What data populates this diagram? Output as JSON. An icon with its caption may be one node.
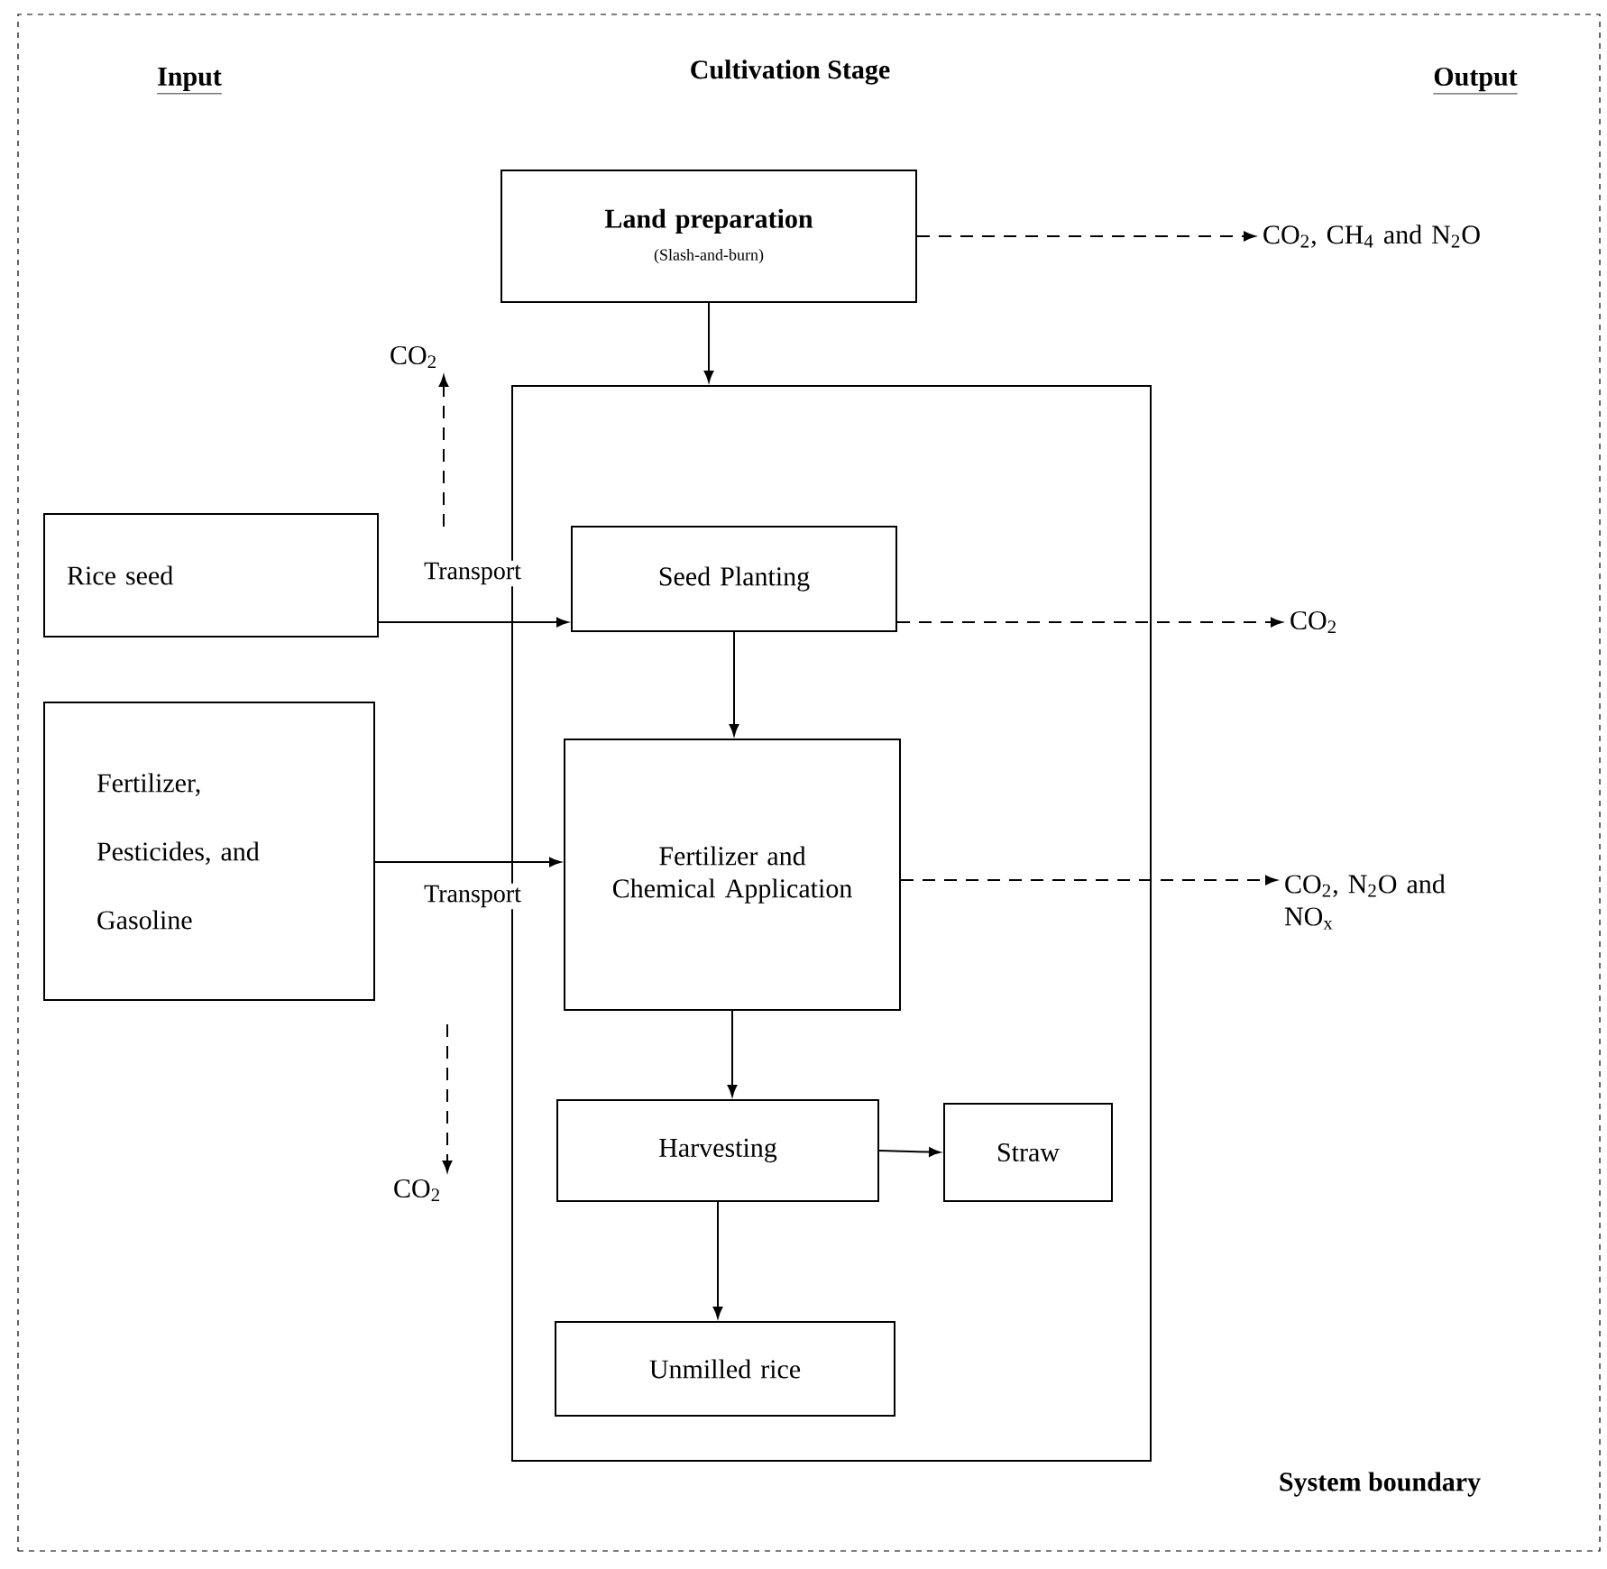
{
  "diagram": {
    "nodes": [
      {
        "text": [
          "System boundary"
        ]
      },
      {
        "text": [
          "Land preparation",
          "(Slash-and-burn)"
        ],
        "in": 0
      },
      {
        "text": [],
        "shape": "box",
        "in": 0
      },
      {
        "text": [
          "Rice seed"
        ],
        "in": 0
      },
      {
        "text": [
          "Fertilizer, Pesticides, and Gasoline"
        ],
        "in": 0
      },
      {
        "text": [
          "Seed Planting"
        ],
        "in": 2
      },
      {
        "text": [
          "Fertilizer and Chemical Application"
        ],
        "in": 2
      },
      {
        "text": [
          "Harvesting"
        ],
        "in": 2
      },
      {
        "text": [
          "Straw"
        ],
        "in": 2
      },
      {
        "text": [
          "Unmilled rice"
        ],
        "in": 2
      },
      {
        "text": [
          "CO$_{2}$, CH$_{4}$ and N$_{2}$O"
        ],
        "in": 0
      },
      {
        "text": [
          "CO$_{2}$"
        ],
        "in": 0
      },
      {
        "text": [
          "CO$_{2}$"
        ],
        "in": 0
      },
      {
        "text": [
          "CO$_{2}$, N$_{2}$O and NO$_{x}$"
        ],
        "in": 0
      },
      {
        "text": [
          "CO$_{2}$"
        ],
        "in": 0
      }
    ],
    "edges": [
      {
        "from": 1,
        "to": 10,
        "arrow": "to",
        "style": "dashed"
      },
      {
        "from": 1,
        "to": 2,
        "arrow": "to"
      },
      {
        "from": 3,
        "to": 5,
        "arrow": "to",
        "label": "Transport"
      },
      {
        "from": null,
        "to": 11,
        "arrow": "to",
        "style": "dashed"
      },
      {
        "from": 5,
        "to": 12,
        "arrow": "to",
        "style": "dashed"
      },
      {
        "from": 4,
        "to": 6,
        "arrow": "to",
        "label": "Transport"
      },
      {
        "from": 6,
        "to": 13,
        "arrow": "to",
        "style": "dashed"
      },
      {
        "from": null,
        "to": 14,
        "arrow": "to",
        "style": "dashed"
      },
      {
        "from": 5,
        "to": 6,
        "arrow": "to"
      },
      {
        "from": 6,
        "to": 7,
        "arrow": "to"
      },
      {
        "from": 7,
        "to": 8,
        "arrow": "to"
      },
      {
        "from": 7,
        "to": 9,
        "arrow": "to"
      }
    ],
    "labels": [
      "Input",
      "Cultivation Stage",
      "Output"
    ]
  }
}
